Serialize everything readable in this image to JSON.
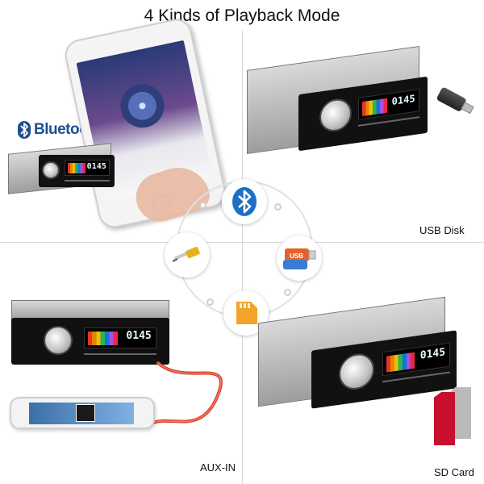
{
  "title": "4 Kinds of Playback Mode",
  "quadrants": {
    "bluetooth": {
      "brand": "Bluetooth"
    },
    "usb": {
      "label": "USB Disk"
    },
    "aux": {
      "label": "AUX-IN"
    },
    "sd": {
      "label": "SD Card"
    }
  },
  "stereo": {
    "display": "0145"
  },
  "hub": {
    "bluetooth_icon": "bluetooth-icon",
    "usb_icon": "usb-icon",
    "aux_icon": "aux-cable-icon",
    "sd_icon": "sd-card-icon"
  },
  "colors": {
    "bluetooth_blue": "#1d4f91",
    "aux_gold": "#e6b21a",
    "usb_orange": "#e3622b",
    "sd_orange": "#f2a32a",
    "cable_red": "#d8402b"
  }
}
